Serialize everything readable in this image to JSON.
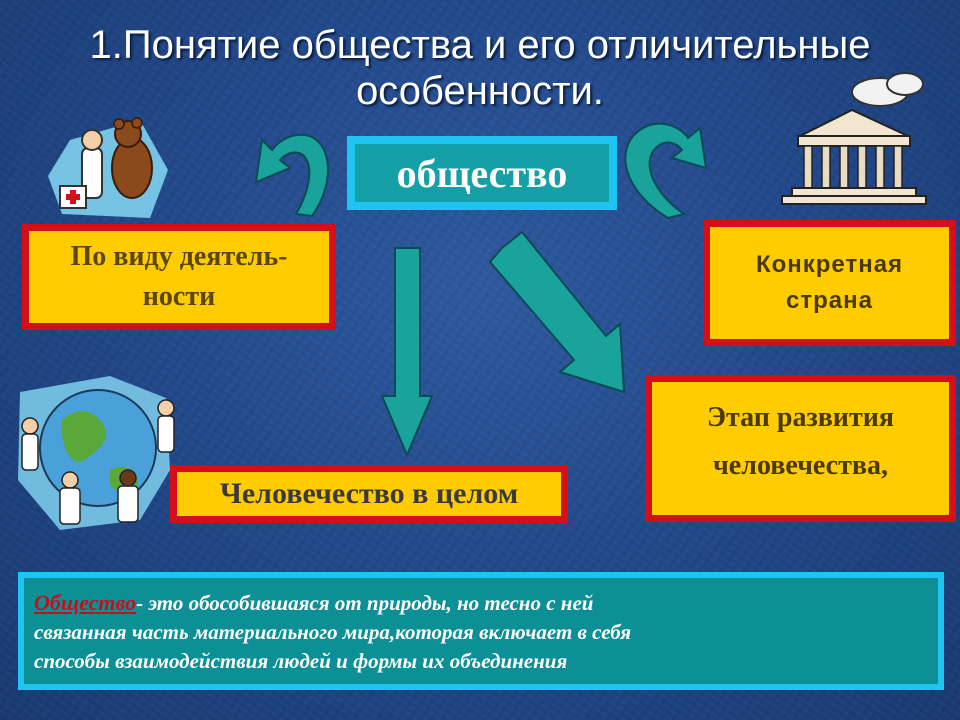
{
  "slide": {
    "title_line1": "1.Понятие общества и его отличительные",
    "title_line2": "особенности.",
    "center": "общество",
    "boxes": {
      "activity_line1": "По виду деятель-",
      "activity_line2": "ности",
      "country_line1": "Конкретная",
      "country_line2": "страна",
      "stage_line1": "Этап развития",
      "stage_line2": "человечества,",
      "mankind": "Человечество в целом"
    },
    "definition": {
      "term": "Общество",
      "line1_rest": "- это обособившаяся от природы, но тесно с ней",
      "line2": "связанная часть материального мира,которая включает в себя",
      "line3": "способы взаимодействия людей и формы их объединения"
    },
    "icons": [
      "doctor-bear-icon",
      "temple-icon",
      "globe-people-icon"
    ],
    "colors": {
      "background": "#234a8c",
      "box_fill": "#ffcc00",
      "box_border": "#d50f1a",
      "center_fill": "#15a0a8",
      "center_border": "#1fc4f2",
      "arrow_fill": "#19a39a",
      "definition_fill": "#0d8f96",
      "term_color": "#c4101a"
    }
  }
}
